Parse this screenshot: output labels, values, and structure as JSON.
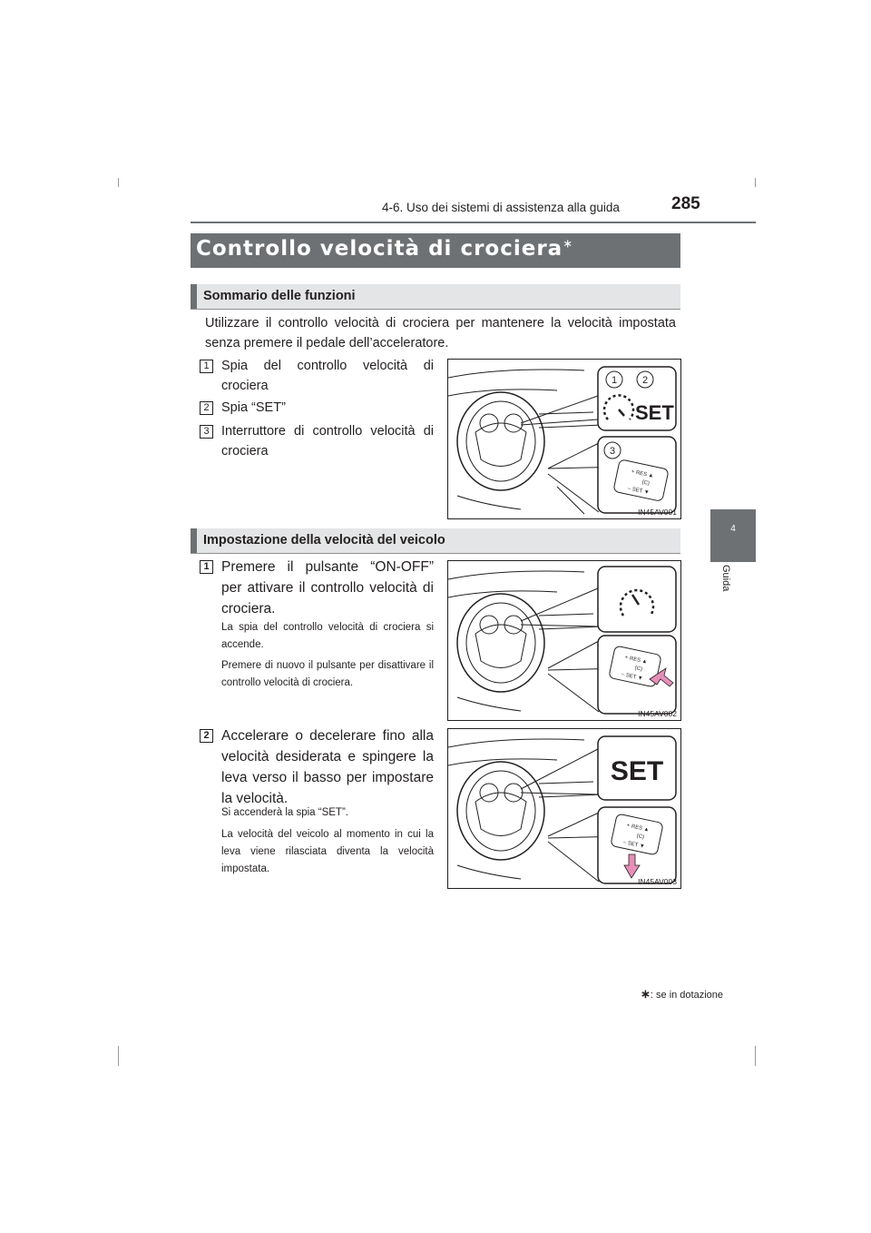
{
  "header": {
    "section": "4-6. Uso dei sistemi di assistenza alla guida",
    "page_number": "285"
  },
  "side_tab": {
    "chapter": "4",
    "label": "Guida"
  },
  "title": "Controllo velocità di crociera",
  "title_mark": "∗",
  "sections": [
    {
      "heading": "Sommario delle funzioni"
    },
    {
      "heading": "Impostazione della velocità del veicolo"
    }
  ],
  "intro": "Utilizzare il controllo velocità di crociera per mantenere la velocità impostata senza premere il pedale dell’acceleratore.",
  "items": [
    {
      "num": "1",
      "text": "Spia del controllo velocità di crociera"
    },
    {
      "num": "2",
      "text": "Spia “SET”"
    },
    {
      "num": "3",
      "text": "Interruttore di controllo velocità di crociera"
    }
  ],
  "steps": [
    {
      "num": "1",
      "text": "Premere il pulsante “ON-OFF” per attivare il controllo velocità di crociera.",
      "notes": [
        "La spia del controllo velocità di crociera si accende.",
        "Premere di nuovo il pulsante per disattivare il controllo velocità di crociera."
      ]
    },
    {
      "num": "2",
      "text": "Accelerare o decelerare fino alla velocità desiderata e spingere la leva verso il basso per impostare la velocità.",
      "notes": [
        "Si accenderà la spia “SET”.",
        "La velocità del veicolo al momento in cui la leva viene rilasciata diventa la velocità impostata."
      ]
    }
  ],
  "figures": [
    {
      "id": "IN45AV001",
      "callouts": [
        "1",
        "2",
        "3"
      ],
      "set_label": "SET"
    },
    {
      "id": "IN45AV002"
    },
    {
      "id": "IN45AV003",
      "set_label": "SET"
    }
  ],
  "lever_labels": {
    "res": "+ RES ▲",
    "cancel": "(C)",
    "set": "– SET ▼"
  },
  "footnote": {
    "mark": "∗",
    "text": ": se in dotazione"
  },
  "colors": {
    "bar": "#6d7174",
    "sub_bar": "#e4e5e6",
    "arrow_pink": "#e58fb8",
    "text": "#231f20"
  }
}
